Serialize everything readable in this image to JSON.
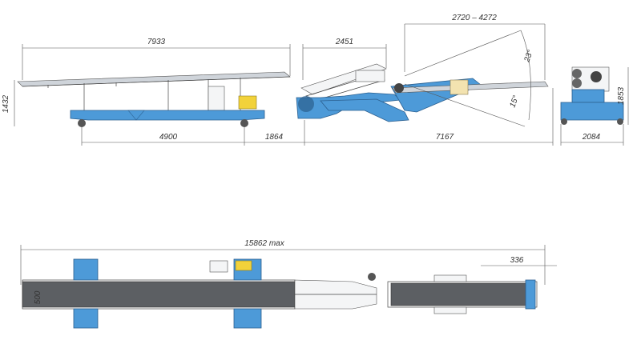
{
  "dimensions": {
    "top_length": "7933",
    "height_left": "1432",
    "feeder_length": "2451",
    "range": "2720 – 4272",
    "angle_up": "23°",
    "angle_down": "15°",
    "height_right": "1853",
    "base_1": "4900",
    "base_2": "1864",
    "base_3": "7167",
    "width": "2084",
    "total_length": "15862  max",
    "belt_width": "500",
    "offset": "336"
  },
  "colors": {
    "frame": "#4d9ad8",
    "belt": "#5c5f63",
    "accent": "#f2d23a"
  }
}
